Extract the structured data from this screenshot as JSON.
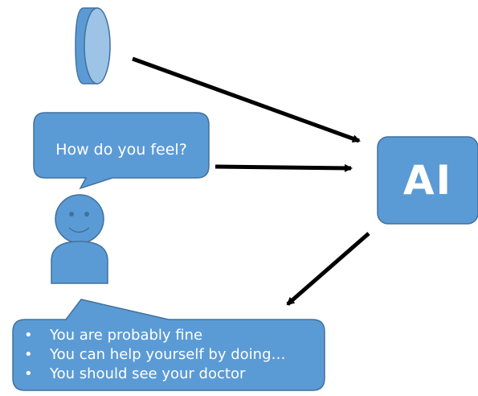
{
  "colors": {
    "fill": "#5b9bd5",
    "fill_light": "#9dc3e6",
    "stroke": "#41719c",
    "arrow": "#000000",
    "text": "#ffffff"
  },
  "icons": [
    "camera-lens-icon",
    "person-icon",
    "speech-bubble-icon"
  ],
  "question_bubble": {
    "text": "How do you feel?"
  },
  "ai_box": {
    "label": "AI"
  },
  "response_bubble": {
    "items": [
      {
        "bullet": "•",
        "text": "You are probably fine"
      },
      {
        "bullet": "•",
        "text": "You can help yourself by doing…"
      },
      {
        "bullet": "•",
        "text": "You should see your doctor"
      }
    ]
  }
}
